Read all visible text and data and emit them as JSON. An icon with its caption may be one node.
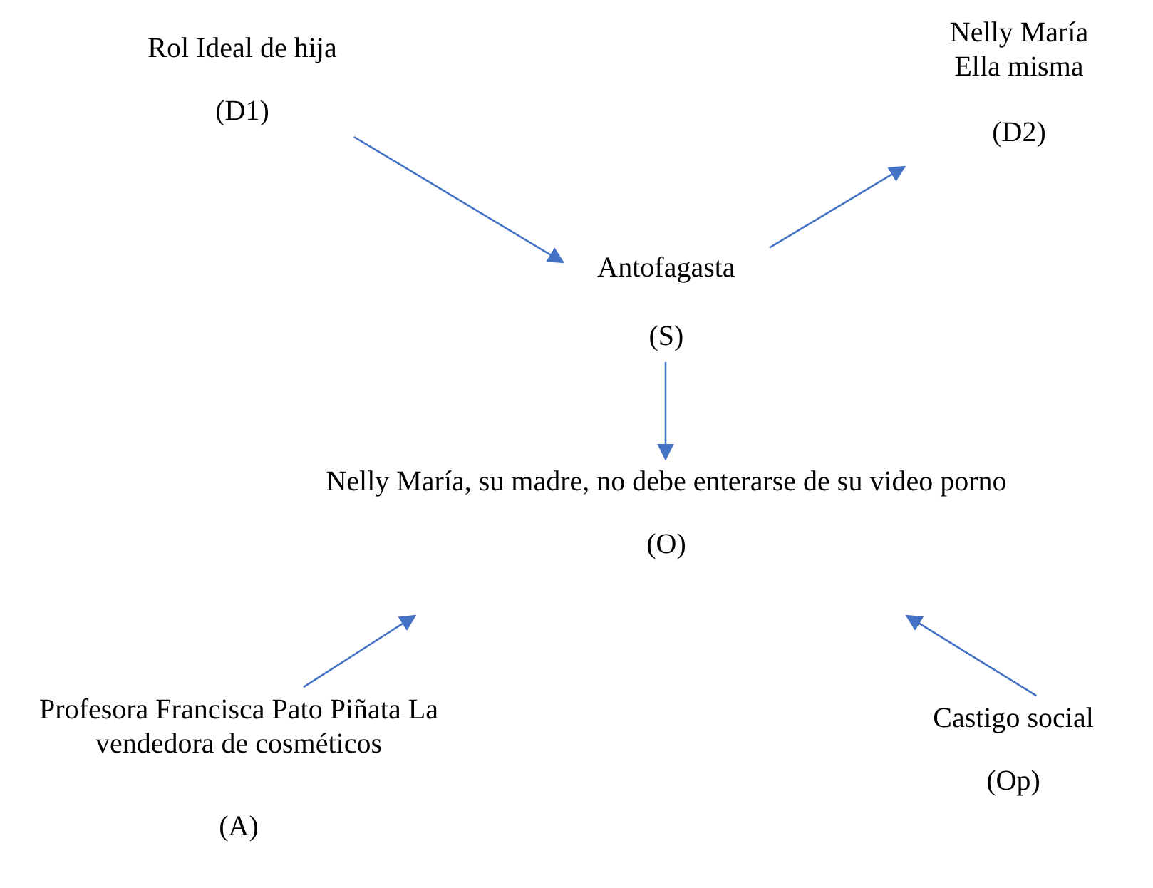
{
  "diagram": {
    "nodes": [
      {
        "text": [
          "Rol Ideal de hija",
          "(D1)"
        ]
      },
      {
        "text": [
          "Nelly María Ella misma",
          "(D2)"
        ]
      },
      {
        "text": [
          "Antofagasta",
          "(S)"
        ]
      },
      {
        "text": [
          "Nelly María, su madre, no debe enterarse de su video porno",
          "(O)"
        ]
      },
      {
        "text": [
          "Profesora Francisca Pato Piñata La vendedora de cosméticos",
          "(A)"
        ]
      },
      {
        "text": [
          "Castigo social",
          "(Op)"
        ]
      }
    ],
    "edges": [
      {
        "from": 0,
        "to": 2,
        "arrow": "to"
      },
      {
        "from": 2,
        "to": 1,
        "arrow": "to"
      },
      {
        "from": 2,
        "to": 3,
        "arrow": "to"
      },
      {
        "from": 4,
        "to": 3,
        "arrow": "to"
      },
      {
        "from": 5,
        "to": 3,
        "arrow": "to"
      }
    ]
  }
}
